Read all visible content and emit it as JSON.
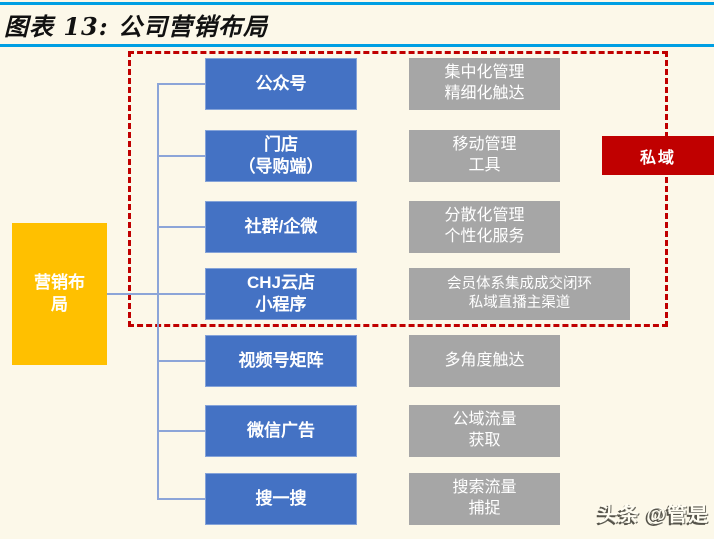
{
  "figure": {
    "title": "图表 13: 公司营销布局",
    "watermark": "头条 @管是"
  },
  "diagram": {
    "root_node": {
      "label": "营销布\n局"
    },
    "private_domain_badge": "私域",
    "rows": [
      {
        "channel": "公众号",
        "description": "集中化管理\n精细化触达",
        "in_private_domain": true
      },
      {
        "channel": "门店\n（导购端）",
        "description": "移动管理\n工具",
        "in_private_domain": true
      },
      {
        "channel": "社群/企微",
        "description": "分散化管理\n个性化服务",
        "in_private_domain": true
      },
      {
        "channel": "CHJ云店\n小程序",
        "description": "会员体系集成成交闭环\n私域直播主渠道",
        "in_private_domain": true
      },
      {
        "channel": "视频号矩阵",
        "description": "多角度触达",
        "in_private_domain": false
      },
      {
        "channel": "微信广告",
        "description": "公域流量\n获取",
        "in_private_domain": false
      },
      {
        "channel": "搜一搜",
        "description": "搜索流量\n捕捉",
        "in_private_domain": false
      }
    ]
  },
  "colors": {
    "background": "#FCF8E9",
    "title_rule_blue": "#009FE3",
    "channel_box_blue": "#4472C4",
    "description_box_gray": "#A6A6A6",
    "root_box_yellow": "#FFC000",
    "private_domain_red": "#C00000",
    "connector_blue": "#8CA5D8"
  }
}
